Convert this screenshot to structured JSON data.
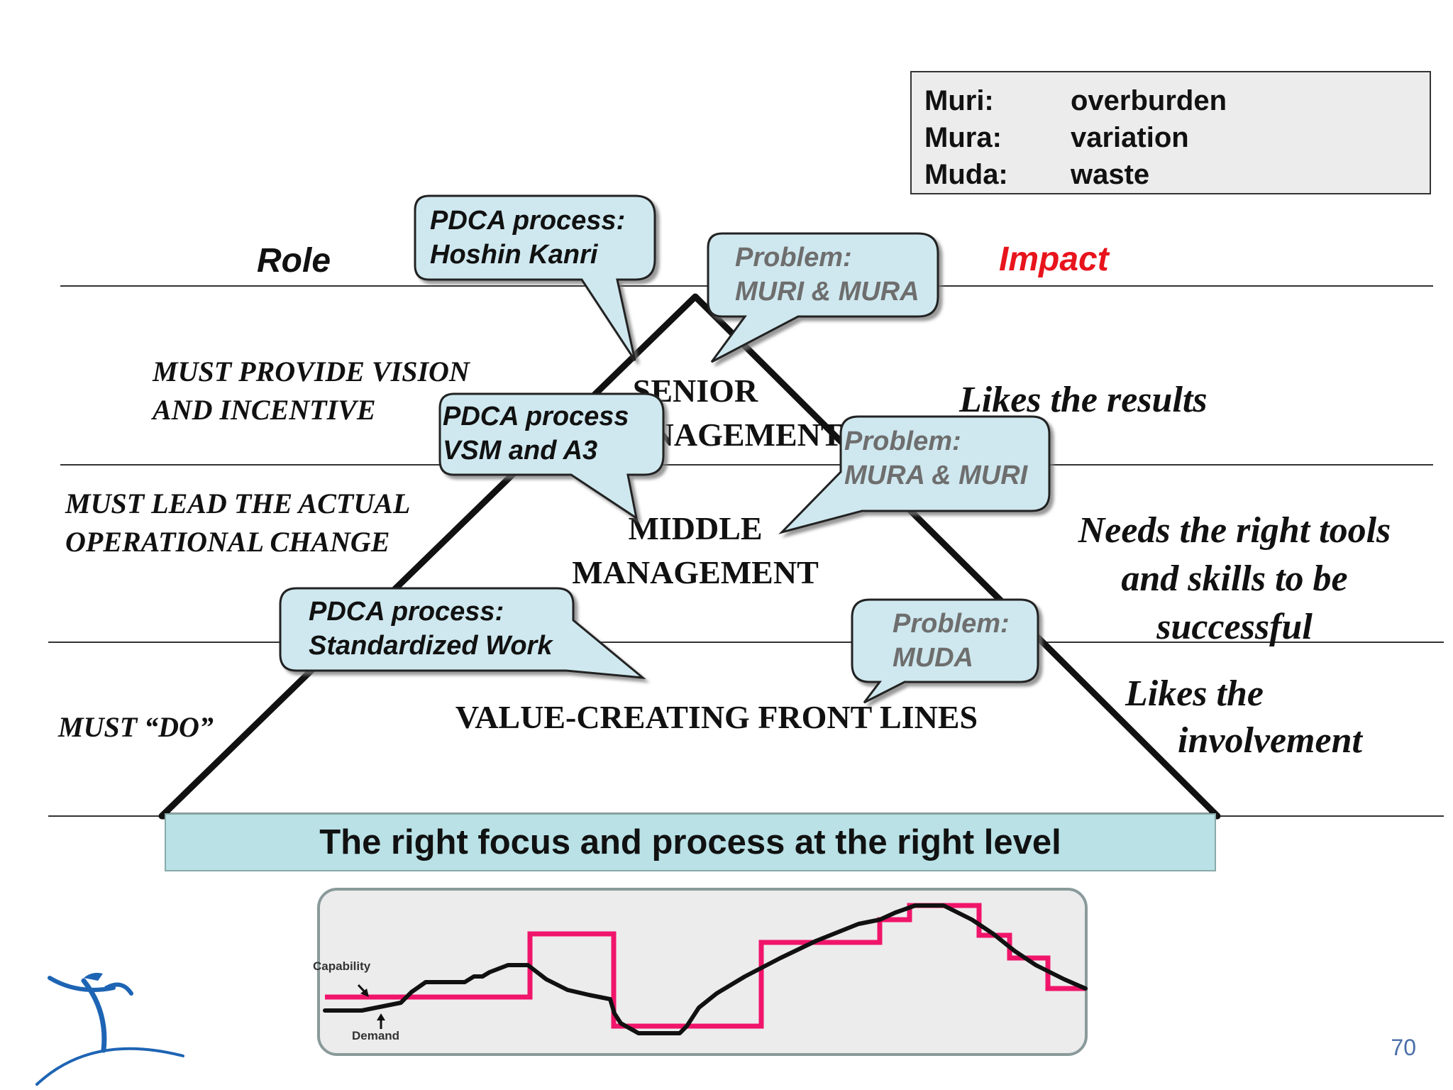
{
  "legend": {
    "rows": [
      {
        "term": "Muri:",
        "definition": "overburden"
      },
      {
        "term": "Mura:",
        "definition": "variation"
      },
      {
        "term": "Muda:",
        "definition": "waste"
      }
    ]
  },
  "headers": {
    "role": "Role",
    "impact": "Impact"
  },
  "roles": {
    "senior": [
      "MUST PROVIDE VISION",
      "AND INCENTIVE"
    ],
    "middle": [
      "MUST LEAD THE ACTUAL",
      "OPERATIONAL CHANGE"
    ],
    "front": "MUST “DO”"
  },
  "levels": {
    "senior": [
      "SENIOR",
      "MANAGEMENT"
    ],
    "middle": [
      "MIDDLE",
      "MANAGEMENT"
    ],
    "front": "VALUE-CREATING FRONT  LINES"
  },
  "impacts": {
    "senior": "Likes the results",
    "middle": [
      "Needs the right tools",
      "and skills to be",
      "successful"
    ],
    "front": [
      "Likes the",
      "involvement"
    ]
  },
  "callouts": {
    "pdca_hoshin": [
      "PDCA process:",
      "Hoshin Kanri"
    ],
    "pdca_vsm": [
      "PDCA process",
      "VSM and A3"
    ],
    "pdca_std": [
      "PDCA process:",
      "Standardized Work"
    ],
    "problem_senior": [
      "Problem:",
      "MURI & MURA"
    ],
    "problem_middle": [
      "Problem:",
      "MURA & MURI"
    ],
    "problem_front": [
      "Problem:",
      "MUDA"
    ]
  },
  "banner": "The right focus and process at the right level",
  "chart": {
    "capability_label": "Capability",
    "demand_label": "Demand"
  },
  "colors": {
    "accent_red": "#e8141c",
    "callout_fill": "#cfe8ef",
    "banner_fill": "#b9e1e6",
    "capability_line": "#f0156a",
    "demand_line": "#111111",
    "logo_blue": "#1e64b4"
  },
  "page_number": "70"
}
